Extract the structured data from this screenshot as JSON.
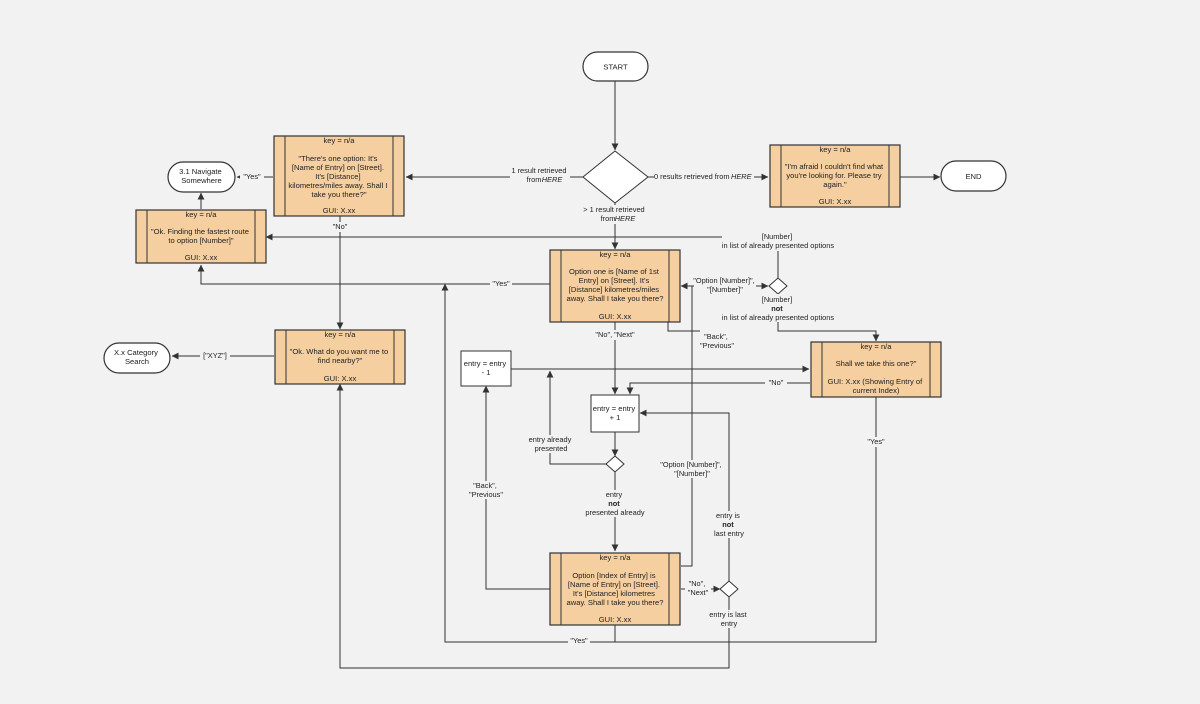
{
  "nodes": {
    "start": "START",
    "end": "END",
    "navigate": [
      "3.1 Navigate",
      "Somewhere"
    ],
    "category": [
      "X.x Category",
      "Search"
    ],
    "one_option": {
      "key": "key = n/a",
      "lines": [
        "\"There's one option: It's",
        "[Name of Entry] on [Street].",
        "It's [Distance]",
        "kilometres/miles away. Shall I",
        "take you there?\""
      ],
      "gui": "GUI: X.xx"
    },
    "fastest": {
      "key": "key = n/a",
      "lines": [
        "\"Ok. Finding the fastest route",
        "to option [Number]\""
      ],
      "gui": "GUI: X.xx"
    },
    "not_found": {
      "key": "key = n/a",
      "lines": [
        "\"I'm afraid I couldn't find what",
        "you're looking for. Please try",
        "again.\""
      ],
      "gui": "GUI: X.xx"
    },
    "option_one": {
      "key": "key = n/a",
      "lines": [
        "Option one is [Name of 1st",
        "Entry] on [Street]. It's",
        "[Distance] kilometres/miles",
        "away. Shall I take you there?"
      ],
      "gui": "GUI: X.xx"
    },
    "nearby": {
      "key": "key = n/a",
      "lines": [
        "\"Ok. What do you want me to",
        "find nearby?\""
      ],
      "gui": "GUI: X.xx"
    },
    "take_this": {
      "key": "key = n/a",
      "lines": [
        "Shall we take this one?\""
      ],
      "gui": [
        "GUI: X.xx (Showing Entry of",
        "current Index)"
      ]
    },
    "option_index": {
      "key": "key = n/a",
      "lines": [
        "Option [Index of Entry] is",
        "[Name of Entry] on [Street].",
        "It's [Distance] kilometres",
        "away. Shall I take you there?"
      ],
      "gui": "GUI: X.xx"
    },
    "entry_minus": [
      "entry = entry",
      "- 1"
    ],
    "entry_plus": [
      "entry = entry",
      "+ 1"
    ]
  },
  "labels": {
    "one_result": [
      "1 result retrieved",
      "from"
    ],
    "zero_results": "0 results retrieved from",
    "more_results": [
      "> 1 result retrieved",
      "from"
    ],
    "here": "HERE",
    "yes_nav": "\"Yes\"",
    "no_one": "\"No\"",
    "xyz": "[\"XYZ\"]",
    "number_in_list": [
      "[Number]",
      "in list of already presented options"
    ],
    "number_not_list": [
      "[Number]",
      "not",
      "in list of already presented options"
    ],
    "yes_one": "\"Yes\"",
    "option_number_1": [
      "\"Option [Number]\",",
      "\"[Number]\""
    ],
    "no_next_1": "\"No\", \"Next\"",
    "back_prev_1": [
      "\"Back\",",
      "\"Previous\""
    ],
    "no_take": "\"No\"",
    "yes_take": "\"Yes\"",
    "entry_already": [
      "entry already",
      "presented"
    ],
    "back_prev_2": [
      "\"Back\",",
      "\"Previous\""
    ],
    "option_number_2": [
      "\"Option [Number]\",",
      "\"[Number]\""
    ],
    "entry_not_presented": [
      "entry",
      "not",
      "presented already"
    ],
    "entry_not_last": [
      "entry is",
      "not",
      "last entry"
    ],
    "no_next_2": [
      "\"No\",",
      "\"Next\""
    ],
    "entry_last": [
      "entry is last",
      "entry"
    ],
    "yes_index": "\"Yes\""
  }
}
